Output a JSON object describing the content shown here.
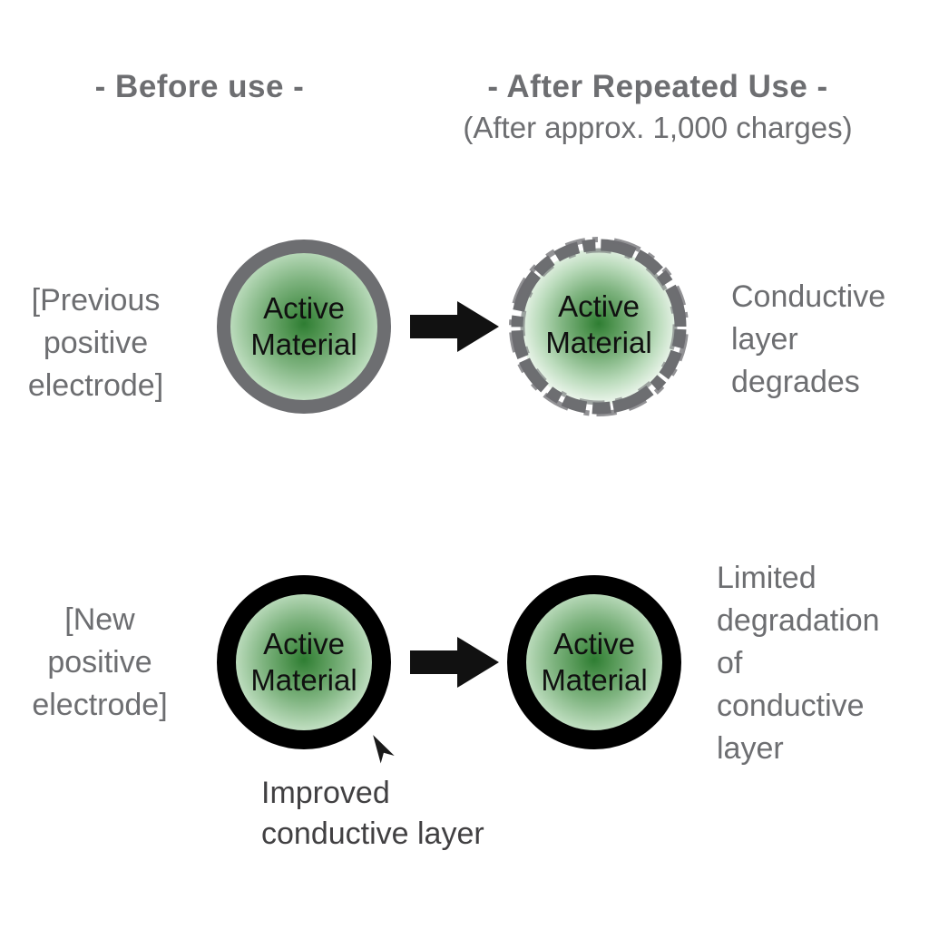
{
  "header": {
    "before_title": "- Before use -",
    "after_title": "- After Repeated Use -",
    "after_subtitle": "(After approx. 1,000 charges)"
  },
  "previous_row": {
    "label": "[Previous\npositive\nelectrode]",
    "before_circle_text": "Active\nMaterial",
    "after_circle_text": "Active\nMaterial",
    "caption": "Conductive\nlayer\ndegrades"
  },
  "new_row": {
    "label": "[New\npositive\nelectrode]",
    "before_circle_text": "Active\nMaterial",
    "after_circle_text": "Active\nMaterial",
    "caption": "Limited\ndegradation\nof\nconductive\nlayer",
    "annotation": "Improved\nconductive layer"
  },
  "colors": {
    "text_gray": "#6d6e71",
    "annotation_dark": "#414042",
    "ring_gray": "#6d6e71",
    "ring_black": "#000000",
    "arrow_black": "#111111",
    "green_center": "#2e7d32",
    "green_edge": "#f4faf4"
  }
}
